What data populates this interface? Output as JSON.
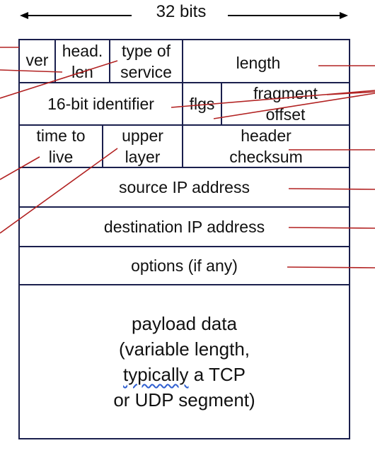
{
  "header": {
    "width_label": "32 bits"
  },
  "rows": {
    "row1": {
      "ver": "ver",
      "head_len": [
        "head.",
        "len"
      ],
      "type_of_service": [
        "type of",
        "service"
      ],
      "length": "length"
    },
    "row2": {
      "identifier": "16-bit identifier",
      "flags": "flgs",
      "fragment_offset": [
        "fragment",
        "offset"
      ]
    },
    "row3": {
      "time_to_live": [
        "time to",
        "live"
      ],
      "upper_layer": [
        "upper",
        "layer"
      ],
      "header_checksum": [
        "header",
        "checksum"
      ]
    },
    "source_ip": "source IP address",
    "destination_ip": "destination IP address",
    "options": "options (if any)",
    "payload": {
      "line1": "payload data",
      "line2": "(variable length,",
      "line3_word": "typically",
      "line3_rest": " a TCP",
      "line4": "or UDP segment)"
    }
  },
  "colors": {
    "border": "#1a1f4d",
    "callout": "#b22222",
    "arrow": "#000000",
    "spellcheck_underline": "#2f5fd0"
  }
}
